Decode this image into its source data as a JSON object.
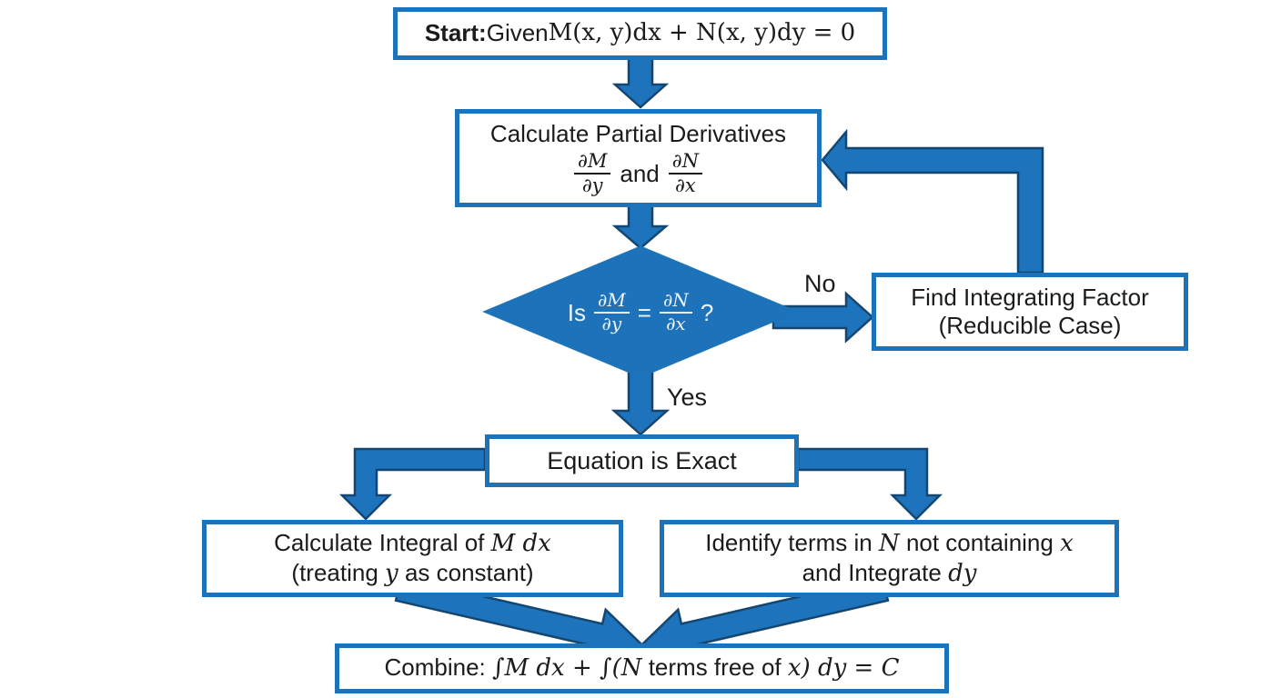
{
  "colors": {
    "node_border": "#1C73BA",
    "arrow_fill": "#1D74BC",
    "arrow_stroke": "#14466F",
    "diamond_fill": "#1D72B9",
    "text": "#1B1B1B",
    "diamond_text": "#EDF4FB",
    "background": "#FFFFFF"
  },
  "nodes": {
    "start": {
      "prefix": "Start:",
      "given": " Given ",
      "equation": "M(x, y)dx + N(x, y)dy = 0"
    },
    "partials": {
      "title": "Calculate Partial Derivatives",
      "frac1_num": "∂M",
      "frac1_den": "∂y",
      "conj": "and",
      "frac2_num": "∂N",
      "frac2_den": "∂x"
    },
    "decision": {
      "prefix": "Is",
      "frac1_num": "∂M",
      "frac1_den": "∂y",
      "equals": "=",
      "frac2_num": "∂N",
      "frac2_den": "∂x",
      "suffix": "?"
    },
    "integrating_factor": {
      "line1": "Find Integrating Factor",
      "line2": "(Reducible Case)"
    },
    "exact": {
      "label": "Equation is Exact"
    },
    "integral_m": {
      "l1a": "Calculate Integral of ",
      "l1b": "M dx",
      "l2a": "(treating ",
      "l2b": "y",
      "l2c": " as constant)"
    },
    "identify_n": {
      "l1a": "Identify terms in ",
      "l1b": "N",
      "l1c": " not containing ",
      "l1d": "x",
      "l2a": "and Integrate ",
      "l2b": "dy"
    },
    "combine": {
      "a": "Combine: ",
      "b": "∫M dx + ∫(N",
      "c": " terms free of ",
      "d": "x) dy = C"
    }
  },
  "edges": {
    "yes_label": "Yes",
    "no_label": "No"
  }
}
